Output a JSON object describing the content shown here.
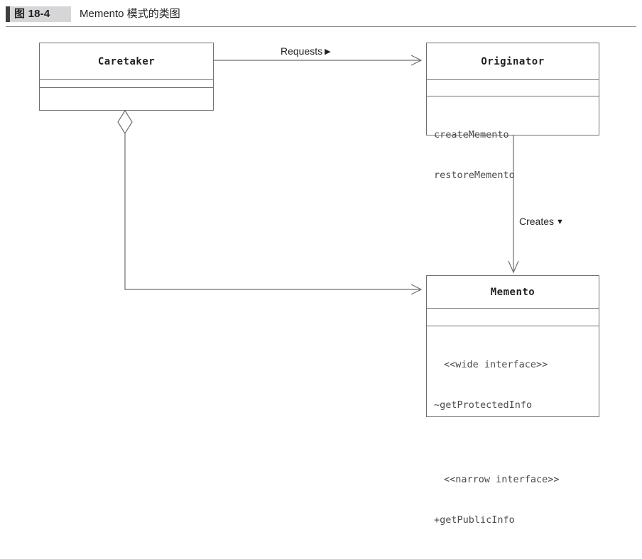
{
  "caption": {
    "number": "图 18-4",
    "title": "Memento 模式的类图"
  },
  "diagram": {
    "type": "uml-class-diagram",
    "pattern": "Memento",
    "classes": [
      {
        "id": "caretaker",
        "name": "Caretaker",
        "attributes": [],
        "operations": []
      },
      {
        "id": "originator",
        "name": "Originator",
        "attributes": [],
        "operations": [
          "createMemento",
          "restoreMemento"
        ]
      },
      {
        "id": "memento",
        "name": "Memento",
        "attributes": [],
        "operations": [
          "<<wide interface>>",
          "~getProtectedInfo",
          "<<narrow interface>>",
          "+getPublicInfo"
        ]
      }
    ],
    "relationships": [
      {
        "id": "caretaker-requests-originator",
        "from": "caretaker",
        "to": "originator",
        "kind": "association",
        "label": "Requests",
        "marker": "▶"
      },
      {
        "id": "originator-creates-memento",
        "from": "originator",
        "to": "memento",
        "kind": "dependency",
        "label": "Creates",
        "marker": "▼"
      },
      {
        "id": "caretaker-aggregates-memento",
        "from": "caretaker",
        "to": "memento",
        "kind": "aggregation",
        "label": "",
        "marker": "hollow-diamond"
      }
    ]
  },
  "memento_members": {
    "wide_stereotype": "<<wide interface>>",
    "protected_op": "~getProtectedInfo",
    "narrow_stereotype": "<<narrow interface>>",
    "public_op": "+getPublicInfo"
  },
  "originator_members": {
    "create_op": "createMemento",
    "restore_op": "restoreMemento"
  },
  "colors": {
    "background": "#ffffff",
    "line": "#6e6f71",
    "text": "#231f20",
    "member_text": "#4b4b4d",
    "caption_tab": "#d5d6d8",
    "caption_bar": "#3f3f41"
  }
}
